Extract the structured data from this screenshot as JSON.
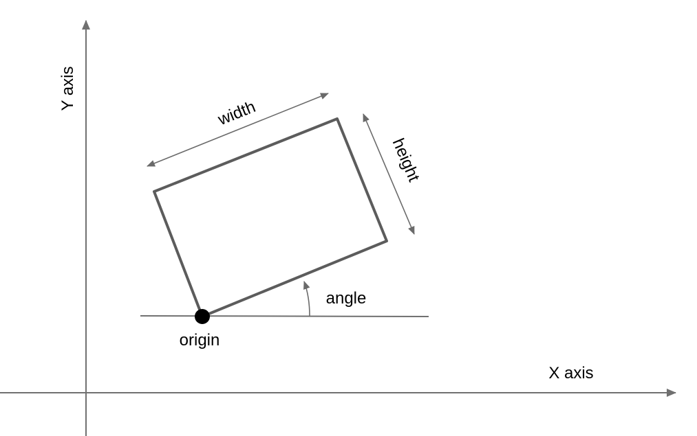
{
  "labels": {
    "y_axis": "Y axis",
    "x_axis": "X axis",
    "width": "width",
    "height": "height",
    "angle": "angle",
    "origin": "origin"
  },
  "colors": {
    "axis": "#707070",
    "rectangle": "#5c5c5c",
    "text": "#000000",
    "origin_point": "#000000"
  }
}
